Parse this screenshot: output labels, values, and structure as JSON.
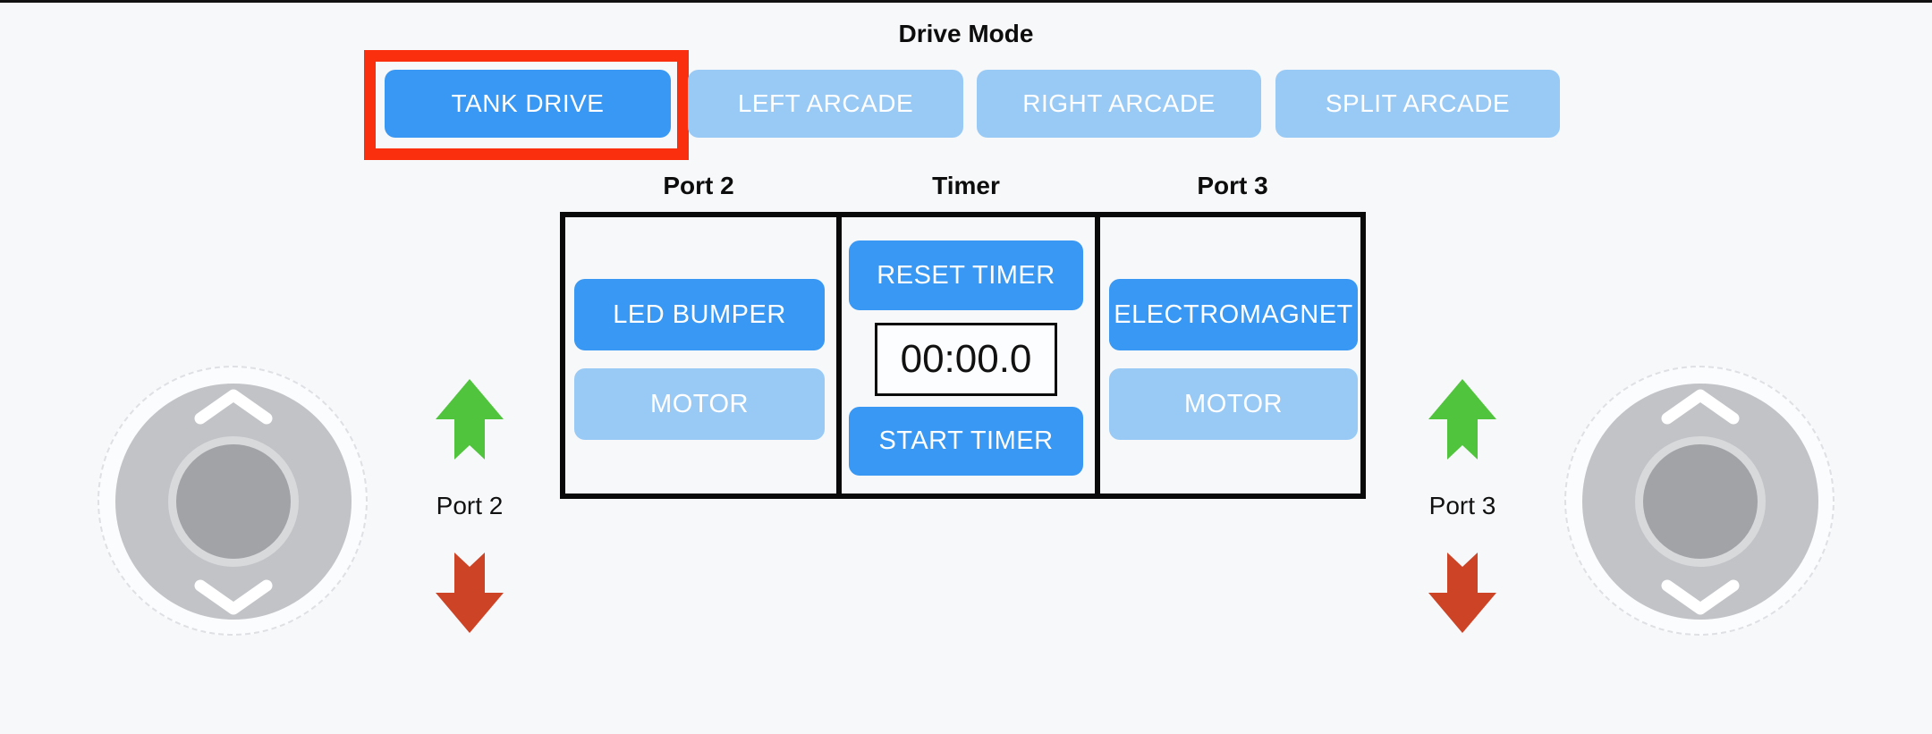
{
  "app": {
    "background_color": "#F7F8FA",
    "top_border_color": "#111111"
  },
  "drive_mode": {
    "title": "Drive Mode",
    "selected": "TANK DRIVE",
    "highlight_color": "#F92F0E",
    "buttons": [
      {
        "label": "TANK DRIVE",
        "active": true,
        "highlighted": true
      },
      {
        "label": "LEFT ARCADE",
        "active": false,
        "highlighted": false
      },
      {
        "label": "RIGHT ARCADE",
        "active": false,
        "highlighted": false
      },
      {
        "label": "SPLIT ARCADE",
        "active": false,
        "highlighted": false
      }
    ]
  },
  "control_panel": {
    "columns": [
      {
        "header": "Port 2",
        "buttons": [
          {
            "label": "LED BUMPER",
            "active": true
          },
          {
            "label": "MOTOR",
            "active": false
          }
        ]
      },
      {
        "header": "Timer",
        "buttons": [
          {
            "label": "RESET TIMER",
            "active": true
          },
          {
            "label": "START TIMER",
            "active": true
          }
        ],
        "display": {
          "value": "00:00.0"
        }
      },
      {
        "header": "Port 3",
        "buttons": [
          {
            "label": "ELECTROMAGNET",
            "active": true
          },
          {
            "label": "MOTOR",
            "active": false
          }
        ]
      }
    ]
  },
  "left_control": {
    "joystick": "vertical-joystick",
    "up_arrow_icon": "green-up-arrow",
    "down_arrow_icon": "red-down-arrow",
    "label": "Port 2"
  },
  "right_control": {
    "joystick": "vertical-joystick",
    "up_arrow_icon": "green-up-arrow",
    "down_arrow_icon": "red-down-arrow",
    "label": "Port 3"
  },
  "colors": {
    "active_button": "#3898F3",
    "inactive_button": "#99CAF6",
    "green_arrow": "#50C43C",
    "red_arrow": "#CD4326",
    "panel_border": "#0A0A0A",
    "joystick_pad": "#C1C3C7",
    "joystick_knob": "#A1A3A7"
  }
}
